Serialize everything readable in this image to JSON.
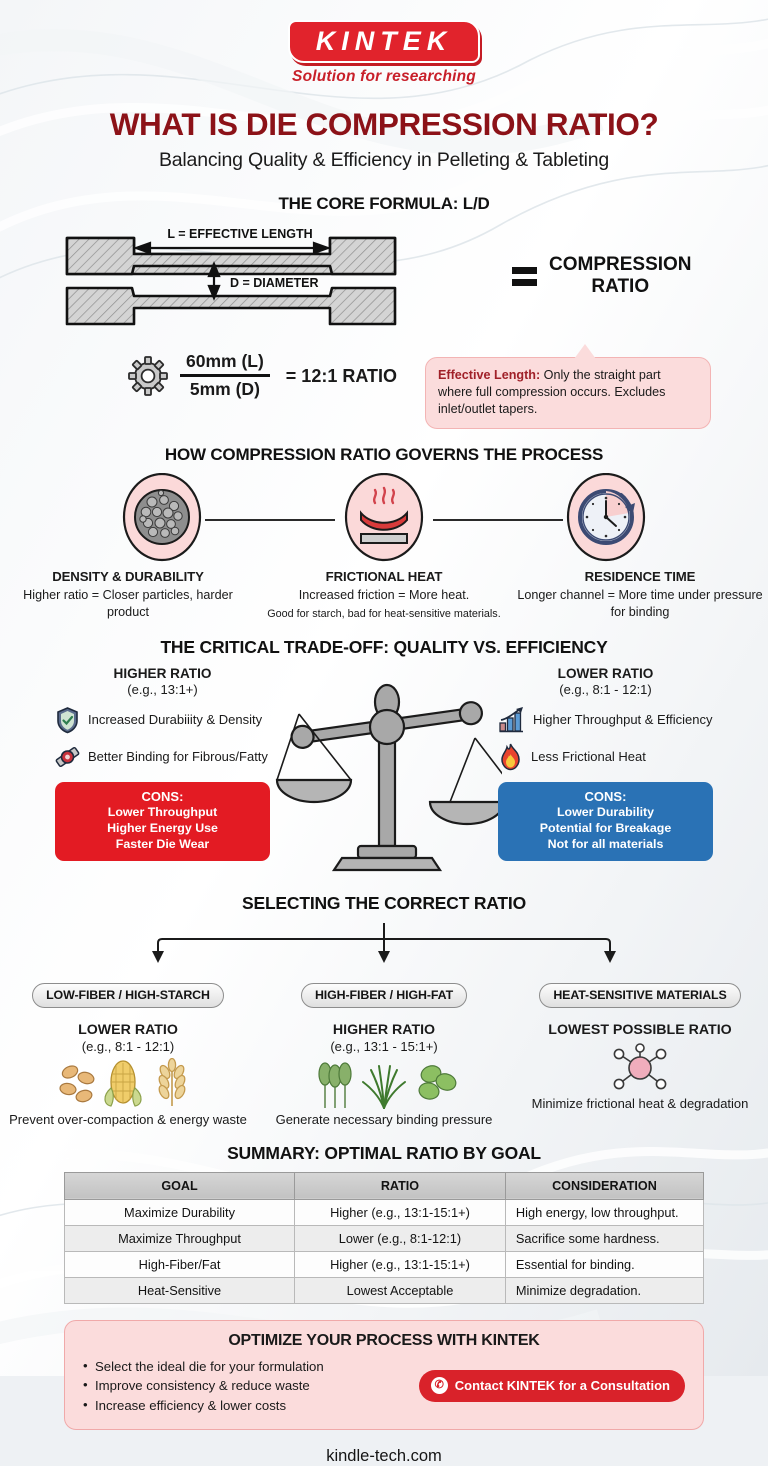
{
  "brand": {
    "logo_text": "KINTEK",
    "logo_tagline": "Solution for researching",
    "logo_color": "#e1232c"
  },
  "header": {
    "title": "WHAT IS DIE COMPRESSION RATIO?",
    "subtitle": "Balancing Quality & Efficiency in Pelleting & Tableting",
    "title_color": "#8c1218"
  },
  "formula": {
    "section_title": "THE CORE FORMULA: L/D",
    "length_label": "L = EFFECTIVE LENGTH",
    "diameter_label": "D = DIAMETER",
    "equals_label_line1": "COMPRESSION",
    "equals_label_line2": "RATIO",
    "numerator": "60mm (L)",
    "denominator": "5mm (D)",
    "result": "= 12:1 RATIO",
    "callout_lead": "Effective Length:",
    "callout_text": " Only the straight part where full compression occurs. Excludes inlet/outlet tapers."
  },
  "process": {
    "section_title": "HOW COMPRESSION RATIO GOVERNS THE PROCESS",
    "items": [
      {
        "icon": "particles-circle-icon",
        "heading": "DENSITY & DURABILITY",
        "text": "Higher ratio = Closer particles, harder product",
        "small": false
      },
      {
        "icon": "frictional-heat-icon",
        "heading": "FRICTIONAL HEAT",
        "text": "Increased friction = More heat.",
        "text2": "Good for starch, bad for heat-sensitive materials.",
        "small": true
      },
      {
        "icon": "clock-icon",
        "heading": "RESIDENCE TIME",
        "text": "Longer channel = More time under pressure for binding",
        "small": false
      }
    ]
  },
  "tradeoff": {
    "section_title": "THE CRITICAL TRADE-OFF: QUALITY VS. EFFICIENCY",
    "left": {
      "heading": "HIGHER RATIO",
      "subheading": "(e.g., 13:1+)",
      "bullets": [
        {
          "icon": "shield-check-icon",
          "text": "Increased Durabiiity & Density"
        },
        {
          "icon": "binding-link-icon",
          "text": "Better Binding for Fibrous/Fatty"
        }
      ],
      "cons_heading": "CONS:",
      "cons_lines": [
        "Lower Throughput",
        "Higher Energy Use",
        "Faster Die Wear"
      ],
      "cons_color": "#e31b23"
    },
    "right": {
      "heading": "LOWER RATIO",
      "subheading": "(e.g., 8:1 - 12:1)",
      "bullets": [
        {
          "icon": "bar-chart-up-icon",
          "text": "Higher Throughput & Efficiency"
        },
        {
          "icon": "flame-icon",
          "text": "Less Frictional Heat"
        }
      ],
      "cons_heading": "CONS:",
      "cons_lines": [
        "Lower Durability",
        "Potential for Breakage",
        "Not for all materials"
      ],
      "cons_color": "#2a72b5"
    }
  },
  "selecting": {
    "section_title": "SELECTING THE CORRECT RATIO",
    "columns": [
      {
        "pill": "LOW-FIBER / HIGH-STARCH",
        "heading": "LOWER RATIO",
        "subheading": "(e.g., 8:1 - 12:1)",
        "icon": "grains-corn-wheat-icon",
        "text": "Prevent over-compaction & energy waste"
      },
      {
        "pill": "HIGH-FIBER / HIGH-FAT",
        "heading": "HIGHER RATIO",
        "subheading": "(e.g., 13:1 - 15:1+)",
        "icon": "plants-grass-seeds-icon",
        "text": "Generate necessary binding pressure"
      },
      {
        "pill": "HEAT-SENSITIVE MATERIALS",
        "heading": "LOWEST POSSIBLE RATIO",
        "subheading": "",
        "icon": "molecule-icon",
        "text": "Minimize frictional heat & degradation"
      }
    ]
  },
  "summary": {
    "section_title": "SUMMARY: OPTIMAL RATIO BY GOAL",
    "headers": [
      "GOAL",
      "RATIO",
      "CONSIDERATION"
    ],
    "rows": [
      [
        "Maximize Durability",
        "Higher (e.g., 13:1-15:1+)",
        "High energy, low throughput."
      ],
      [
        "Maximize Throughput",
        "Lower (e.g., 8:1-12:1)",
        "Sacrifice some hardness."
      ],
      [
        "High-Fiber/Fat",
        "Higher (e.g., 13:1-15:1+)",
        "Essential for binding."
      ],
      [
        "Heat-Sensitive",
        "Lowest Acceptable",
        "Minimize degradation."
      ]
    ]
  },
  "cta": {
    "heading": "OPTIMIZE YOUR PROCESS WITH KINTEK",
    "bullets": [
      "Select the ideal die for your formulation",
      "Improve consistency & reduce waste",
      "Increase efficiency & lower costs"
    ],
    "button_label": "Contact KINTEK for a Consultation",
    "button_color": "#d9222a"
  },
  "footer": {
    "url": "kindle-tech.com"
  }
}
